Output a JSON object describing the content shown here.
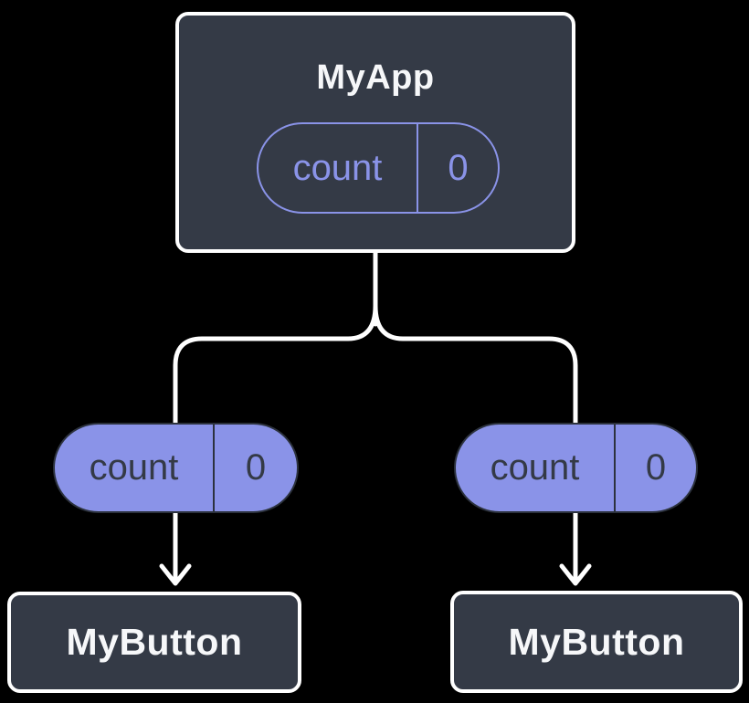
{
  "diagram": {
    "description": "React component tree showing lifted state shared from parent to children",
    "root": {
      "name": "MyApp",
      "state": {
        "label": "count",
        "value": "0"
      }
    },
    "children": [
      {
        "name": "MyButton",
        "state": {
          "label": "count",
          "value": "0"
        }
      },
      {
        "name": "MyButton",
        "state": {
          "label": "count",
          "value": "0"
        }
      }
    ],
    "colors": {
      "box_fill": "#343A46",
      "box_border": "#FFFFFF",
      "title_text": "#F6F7F9",
      "accent_purple": "#8A93E8",
      "pill_dark_text": "#343A46",
      "pill_dark_border": "#2C323D",
      "connector_line": "#FFFFFF",
      "background": "#000000"
    }
  }
}
